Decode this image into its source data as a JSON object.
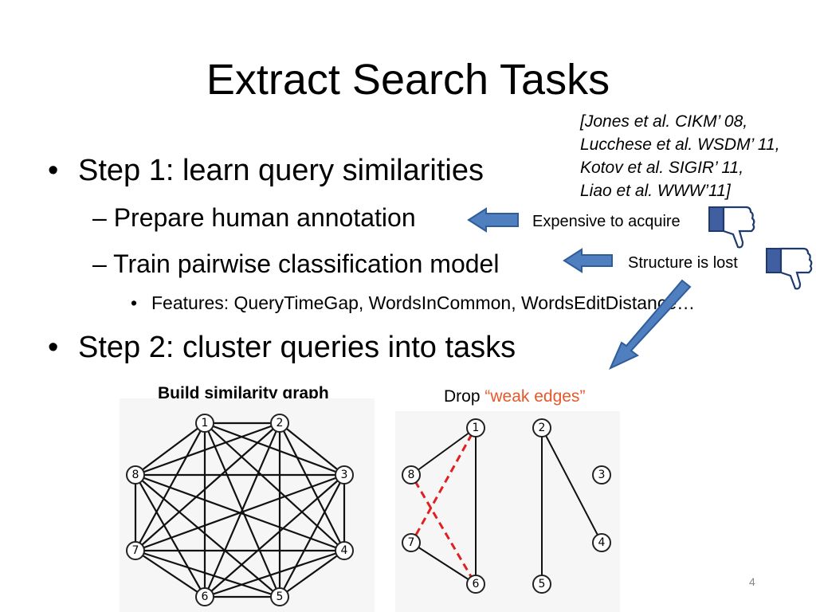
{
  "slide": {
    "title": "Extract Search Tasks",
    "page_number": "4"
  },
  "refs": [
    "[Jones et al. CIKM’ 08,",
    "Lucchese et al. WSDM’ 11,",
    "Kotov et al. SIGIR’ 11,",
    "Liao et al. WWW’11]"
  ],
  "bullets": {
    "step1": "Step 1: learn query similarities",
    "prepare": "Prepare human annotation",
    "train": "Train pairwise classification model",
    "features": "Features: QueryTimeGap, WordsInCommon, WordsEditDistance…",
    "step2": "Step 2: cluster queries into tasks",
    "bullet_char": "•",
    "dash_char": "–"
  },
  "notes": {
    "expensive": "Expensive to acquire",
    "structure": "Structure is lost"
  },
  "figure": {
    "left_label": "Build similarity graph",
    "right_label_prefix": "Drop ",
    "right_label_open_quote": "“",
    "right_label_highlight": "weak edges",
    "right_label_close_quote": "”",
    "node_labels": [
      "1",
      "2",
      "3",
      "4",
      "5",
      "6",
      "7",
      "8"
    ]
  },
  "colors": {
    "arrow_fill": "#4f7fbf",
    "arrow_stroke": "#2f5d9a",
    "thumb_fill": "#3f5fa0",
    "weak_edge": "#e02020",
    "weak_text": "#e8572a"
  },
  "icons": {
    "thumbs_down": "thumbs-down-icon",
    "arrow": "left-arrow-icon"
  }
}
